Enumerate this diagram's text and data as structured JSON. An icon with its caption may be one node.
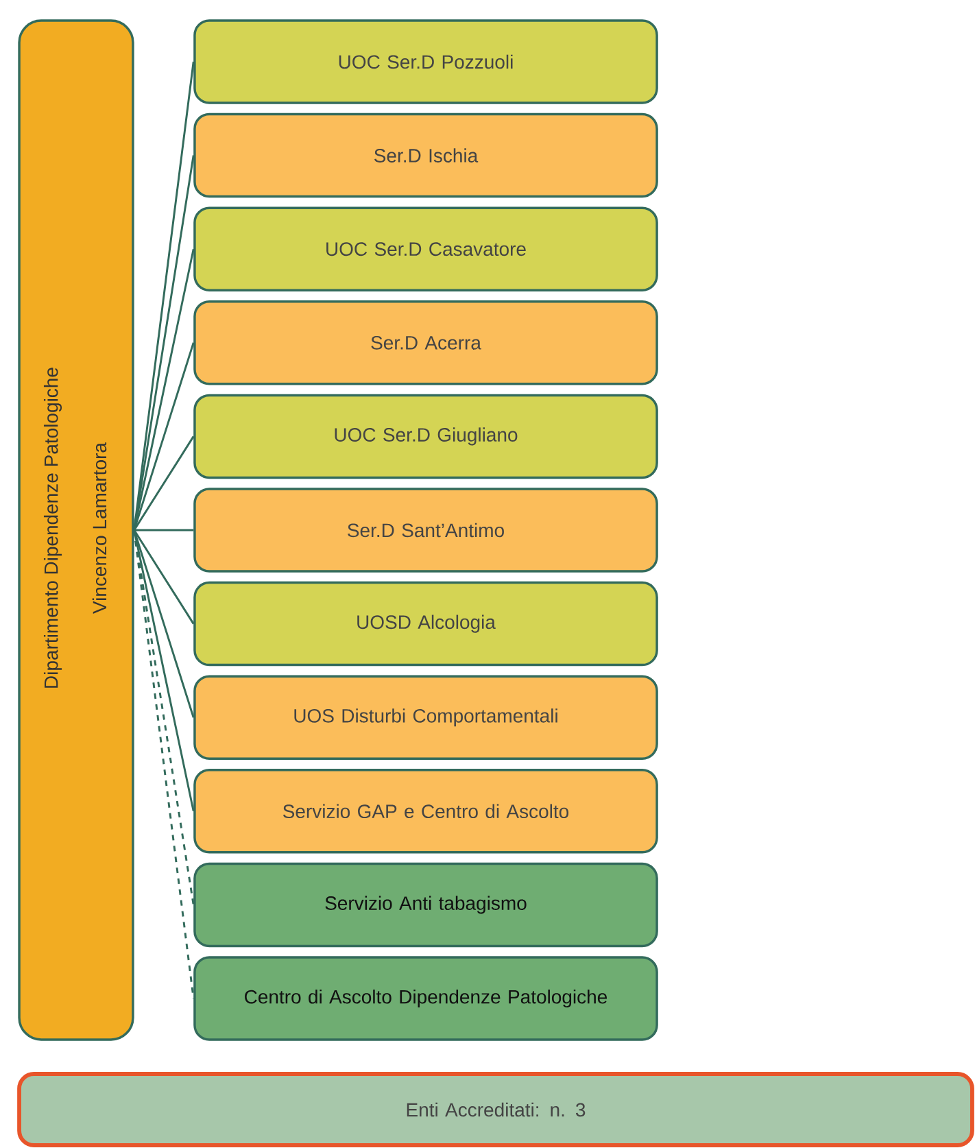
{
  "diagram": {
    "nodes": [
      {
        "text": [
          "Dipartimento Dipendenze Patologiche",
          "Vincenzo Lamartora"
        ]
      },
      {
        "text": [
          "UOC Ser.D Pozzuoli"
        ]
      },
      {
        "text": [
          "Ser.D Ischia"
        ]
      },
      {
        "text": [
          "UOC Ser.D Casavatore"
        ]
      },
      {
        "text": [
          "Ser.D Acerra"
        ]
      },
      {
        "text": [
          "UOC Ser.D Giugliano"
        ]
      },
      {
        "text": [
          "Ser.D Sant’Antimo"
        ]
      },
      {
        "text": [
          "UOSD Alcologia"
        ]
      },
      {
        "text": [
          "UOS Disturbi Comportamentali"
        ]
      },
      {
        "text": [
          "Servizio GAP e Centro di Ascolto"
        ]
      },
      {
        "text": [
          "Servizio Anti tabagismo"
        ]
      },
      {
        "text": [
          "Centro di Ascolto Dipendenze Patologiche"
        ]
      },
      {
        "text": [
          "Enti Accreditati: n. 3"
        ]
      }
    ],
    "edges": [
      {
        "from": 0,
        "to": 1,
        "arrow": "none"
      },
      {
        "from": 0,
        "to": 2,
        "arrow": "none"
      },
      {
        "from": 0,
        "to": 3,
        "arrow": "none"
      },
      {
        "from": 0,
        "to": 4,
        "arrow": "none"
      },
      {
        "from": 0,
        "to": 5,
        "arrow": "none"
      },
      {
        "from": 0,
        "to": 6,
        "arrow": "none"
      },
      {
        "from": 0,
        "to": 7,
        "arrow": "none"
      },
      {
        "from": 0,
        "to": 8,
        "arrow": "none"
      },
      {
        "from": 0,
        "to": 9,
        "arrow": "none"
      },
      {
        "from": 0,
        "to": 10,
        "arrow": "none",
        "style": "dashed"
      },
      {
        "from": 0,
        "to": 11,
        "arrow": "none",
        "style": "dashed"
      }
    ]
  }
}
